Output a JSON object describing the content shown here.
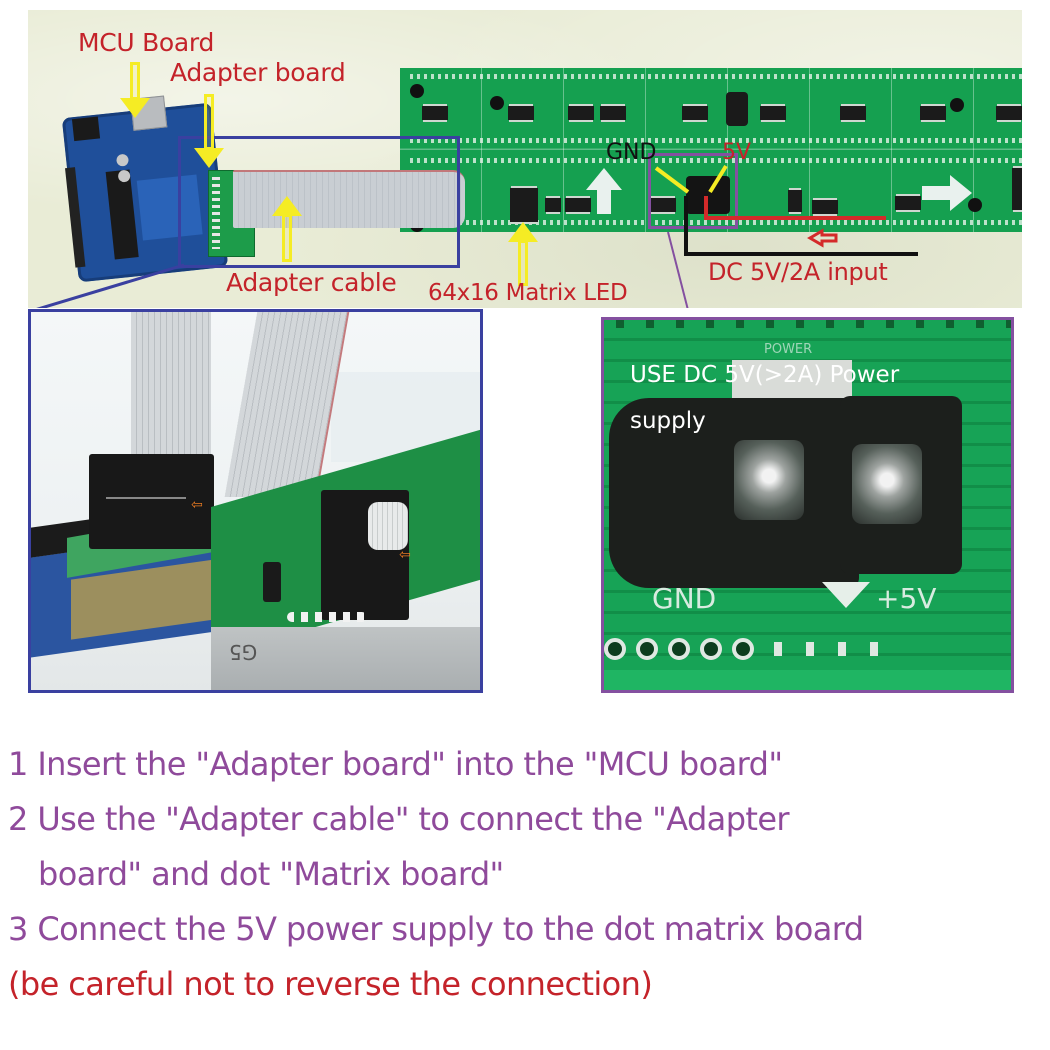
{
  "top_photo": {
    "labels": {
      "mcu_board": "MCU Board",
      "adapter_board": "Adapter board",
      "adapter_cable": "Adapter cable",
      "matrix_led": "64x16 Matrix LED",
      "gnd": "GND",
      "five_v": "5V",
      "dc_input": "DC 5V/2A input"
    },
    "colors": {
      "label_red": "#c4232a",
      "arrow_yellow": "#f5ec24",
      "box_blue": "#3a40a0",
      "box_purple": "#8450a0",
      "pcb_green": "#15a050",
      "wire_red": "#d42a2a",
      "wire_black": "#111111"
    }
  },
  "detail_left": {
    "description": "Ribbon cable connectors plugged into adapter board and LED matrix board",
    "silkscreen": "G5"
  },
  "detail_right": {
    "overlay_line1": "USE DC 5V(>2A)  Power",
    "overlay_line2": "supply",
    "silk_power": "POWER",
    "silk_gnd": "GND",
    "silk_plus5v": "+5V"
  },
  "instructions": {
    "step1": "1 Insert the \"Adapter board\" into the \"MCU board\"",
    "step2_line1": "2 Use the \"Adapter cable\" to connect the \"Adapter",
    "step2_line2": "board\" and dot \"Matrix board\"",
    "step3": "3 Connect the 5V power supply to the dot matrix board",
    "warning": "(be careful not to reverse the connection)",
    "colors": {
      "step_text": "#8f4a9b",
      "warning_text": "#c4232a"
    }
  }
}
